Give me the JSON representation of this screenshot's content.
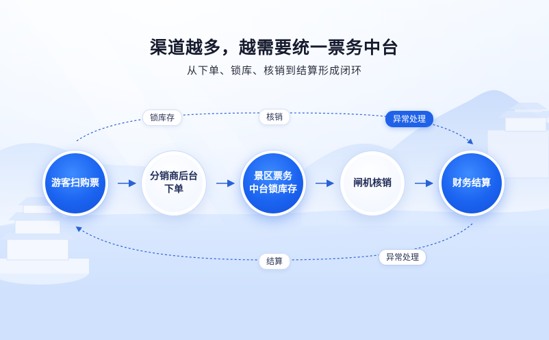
{
  "header": {
    "title": "渠道越多，越需要统一票务中台",
    "subtitle": "从下单、锁库、核销到结算形成闭环"
  },
  "nodes": [
    {
      "lines": [
        "游客扫购票"
      ],
      "style": "primary"
    },
    {
      "lines": [
        "分销商后台",
        "下单"
      ],
      "style": "secondary"
    },
    {
      "lines": [
        "景区票务",
        "中台锁库存"
      ],
      "style": "primary"
    },
    {
      "lines": [
        "闸机核销"
      ],
      "style": "secondary"
    },
    {
      "lines": [
        "财务结算"
      ],
      "style": "primary"
    }
  ],
  "top_loop": {
    "tags": [
      {
        "label": "锁库存",
        "style": "light"
      },
      {
        "label": "核销",
        "style": "light"
      },
      {
        "label": "异常处理",
        "style": "strong"
      }
    ]
  },
  "bottom_loop": {
    "tags": [
      {
        "label": "结算",
        "style": "light"
      },
      {
        "label": "异常处理",
        "style": "outline"
      }
    ]
  },
  "colors": {
    "primary": "#1a63f0",
    "secondary_text": "#1f2b57",
    "connector": "#2a63d8"
  }
}
